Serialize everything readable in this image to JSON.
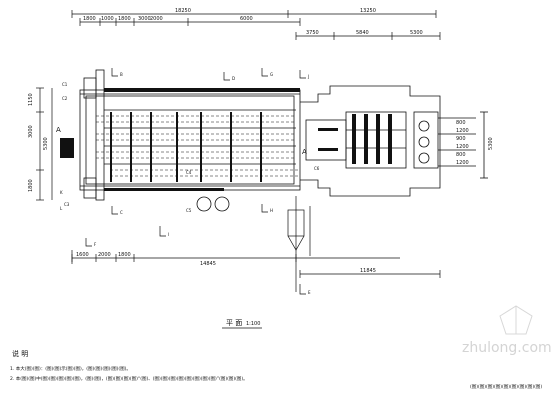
{
  "drawing": {
    "title": "平 面",
    "scale": "1:100",
    "legend_heading": "说 明",
    "notes": [
      "1. 本大(图)(图)：(图)(图)示(图)(图)，(图)(图)(图)(图)(图)。",
      "2. 本(图)(图)中(图)(图)(图)(图)(图)，(图)(图)，(图)(图)(图)(图)“(图)、(图)(图)(图)(图)(图)(图)(图)(图)”(图)(图)(图)。"
    ],
    "corner_caption": "(图)(图)(图)(图)(图)(图)(图)(图)(图)",
    "watermark": "zhulong.com",
    "dims_top": [
      "18250",
      "13250"
    ],
    "dims_top_sub": [
      "1800",
      "1000",
      "1800",
      "3000",
      "2000",
      "6000"
    ],
    "dims_right_top": [
      "3750",
      "5840",
      "5300"
    ],
    "dims_bottom": [
      "1600",
      "2000",
      "1800",
      "14845",
      "11845"
    ],
    "dims_left": [
      "1150",
      "3000",
      "5300",
      "1800"
    ],
    "dims_right_stack": [
      "800",
      "1200",
      "900",
      "1200",
      "800",
      "1200"
    ],
    "dim_right_total": "5300",
    "section_marks": [
      "A",
      "A",
      "B",
      "C",
      "D",
      "E",
      "F",
      "G",
      "H",
      "I",
      "J",
      "K",
      "L"
    ],
    "markers": [
      "C1",
      "C2",
      "C3",
      "C4",
      "C5",
      "C6"
    ]
  }
}
